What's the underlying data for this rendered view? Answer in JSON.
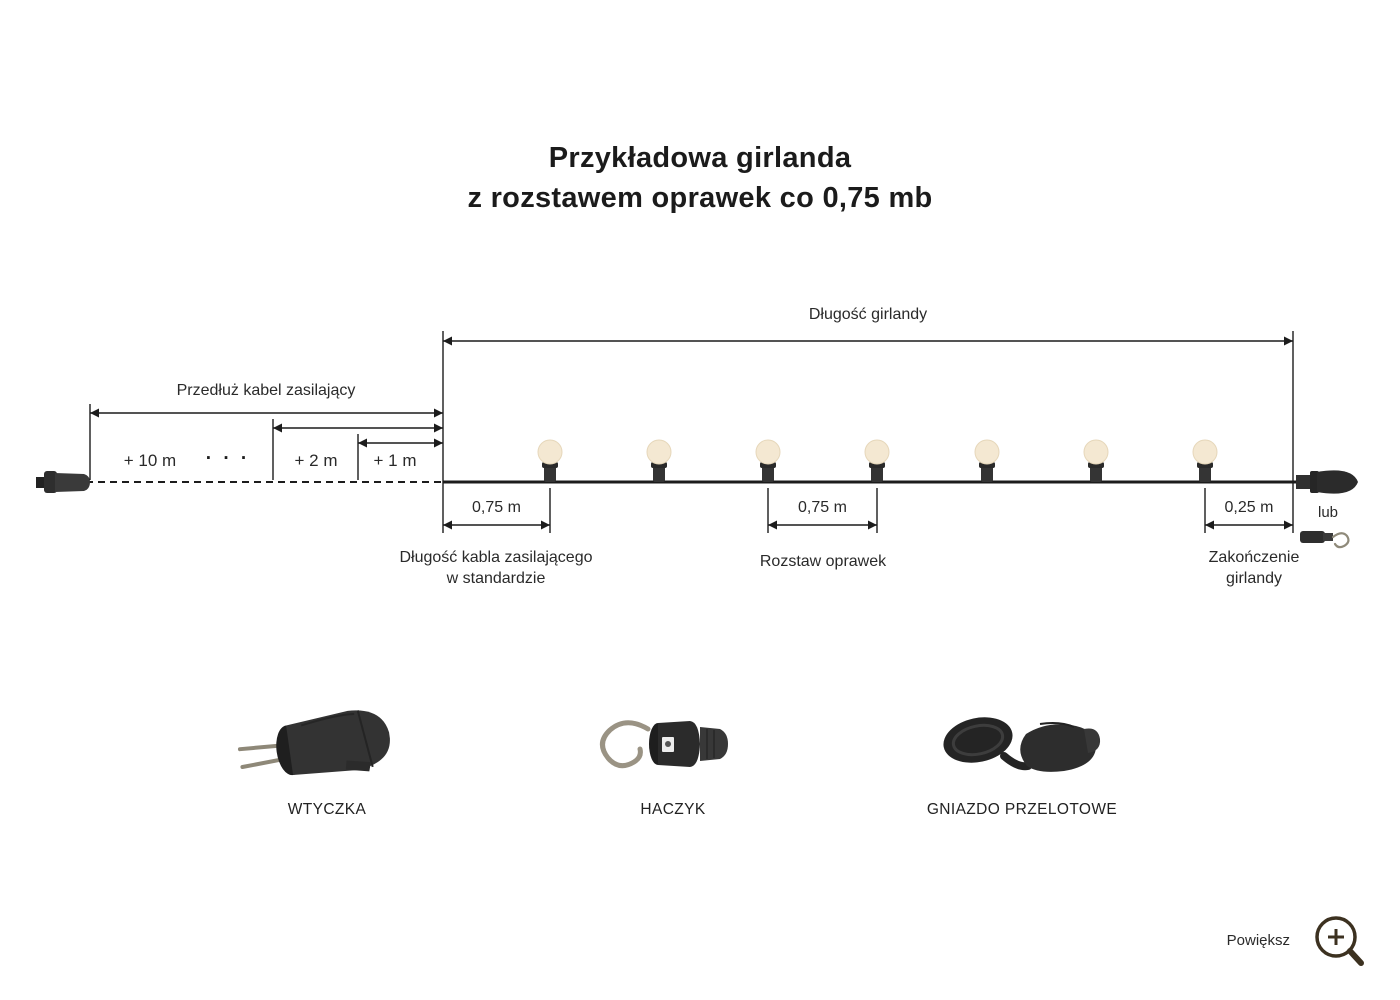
{
  "title": {
    "line1": "Przykładowa girlanda",
    "line2": "z rozstawem oprawek co 0,75 mb"
  },
  "diagram": {
    "garland_length": "Długość girlandy",
    "extend_cable": "Przedłuż kabel zasilający",
    "plus_10m": "+ 10 m",
    "ellipsis": "· · ·",
    "plus_2m": "+ 2 m",
    "plus_1m": "+ 1 m",
    "cable_dim": "0,75 m",
    "cable_length_line1": "Długość kabla zasilającego",
    "cable_length_line2": "w standardzie",
    "spacing_dim": "0,75 m",
    "spacing_label": "Rozstaw oprawek",
    "end_dim": "0,25 m",
    "or_label": "lub",
    "ending_line1": "Zakończenie",
    "ending_line2": "girlandy",
    "bulb_count": 7
  },
  "products": [
    {
      "label": "WTYCZKA",
      "icon": "plug-icon"
    },
    {
      "label": "HACZYK",
      "icon": "hook-icon"
    },
    {
      "label": "GNIAZDO PRZELOTOWE",
      "icon": "socket-icon"
    }
  ],
  "zoom_control": {
    "label": "Powiększ",
    "icon": "magnifier-plus-icon"
  },
  "colors": {
    "text": "#1f1f1f",
    "line": "#1c1c1c",
    "bulb": "#f4e8d2",
    "connector_dark": "#2e2e2e",
    "metal": "#8f8a7a",
    "zoom_icon": "#3c3120"
  }
}
